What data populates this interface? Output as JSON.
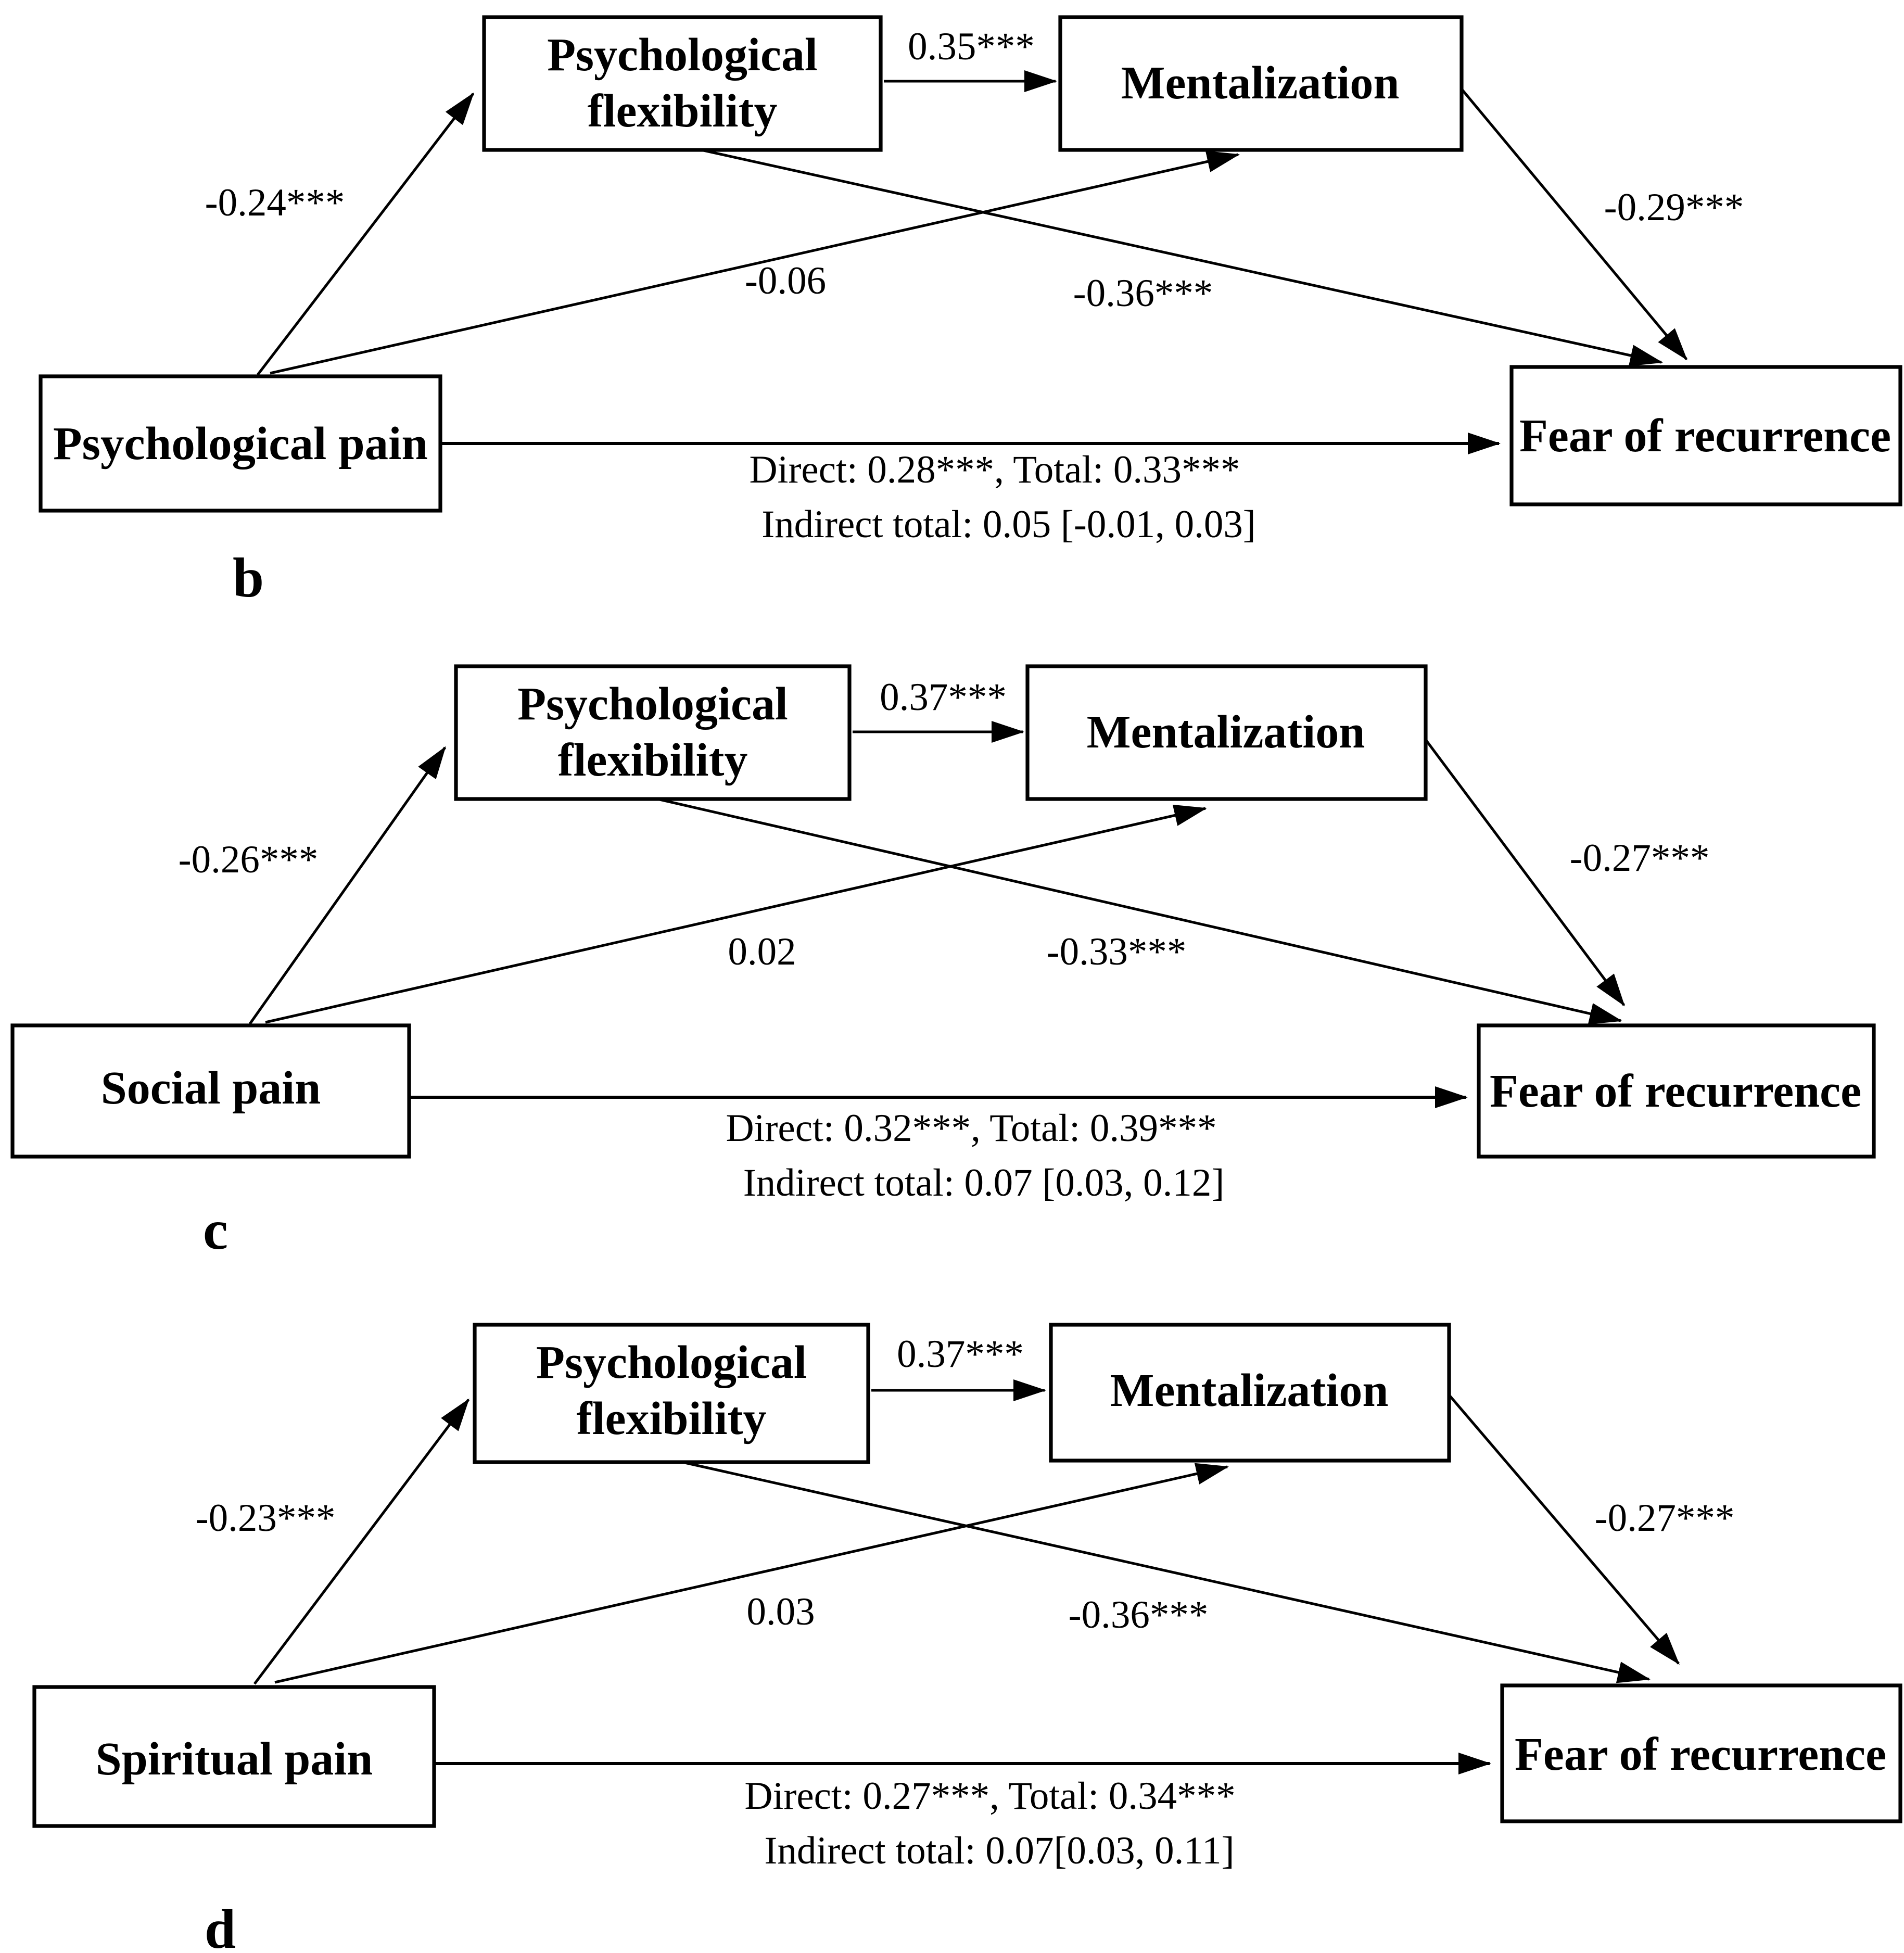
{
  "figure": {
    "panels": [
      {
        "letter": "b",
        "boxes": {
          "predictor": "Psychological pain",
          "mediator1_line1": "Psychological",
          "mediator1_line2": "flexibility",
          "mediator2": "Mentalization",
          "outcome": "Fear of recurrence"
        },
        "coefficients": {
          "predictor_to_mediator1": "-0.24***",
          "mediator1_to_mediator2": "0.35***",
          "predictor_to_mediator2": "-0.06",
          "mediator1_to_outcome": "-0.36***",
          "mediator2_to_outcome": "-0.29***"
        },
        "effects": {
          "direct_total": "Direct: 0.28***, Total: 0.33***",
          "indirect_total": "Indirect total: 0.05 [-0.01, 0.03]"
        }
      },
      {
        "letter": "c",
        "boxes": {
          "predictor": "Social pain",
          "mediator1_line1": "Psychological",
          "mediator1_line2": "flexibility",
          "mediator2": "Mentalization",
          "outcome": "Fear of recurrence"
        },
        "coefficients": {
          "predictor_to_mediator1": "-0.26***",
          "mediator1_to_mediator2": "0.37***",
          "predictor_to_mediator2": "0.02",
          "mediator1_to_outcome": "-0.33***",
          "mediator2_to_outcome": "-0.27***"
        },
        "effects": {
          "direct_total": "Direct: 0.32***, Total: 0.39***",
          "indirect_total": "Indirect total: 0.07 [0.03, 0.12]"
        }
      },
      {
        "letter": "d",
        "boxes": {
          "predictor": "Spiritual pain",
          "mediator1_line1": "Psychological",
          "mediator1_line2": "flexibility",
          "mediator2": "Mentalization",
          "outcome": "Fear of recurrence"
        },
        "coefficients": {
          "predictor_to_mediator1": "-0.23***",
          "mediator1_to_mediator2": "0.37***",
          "predictor_to_mediator2": "0.03",
          "mediator1_to_outcome": "-0.36***",
          "mediator2_to_outcome": "-0.27***"
        },
        "effects": {
          "direct_total": "Direct: 0.27***, Total: 0.34***",
          "indirect_total": "Indirect total: 0.07[0.03, 0.11]"
        }
      }
    ],
    "colors": {
      "ink": "#000000",
      "background": "#ffffff"
    }
  }
}
